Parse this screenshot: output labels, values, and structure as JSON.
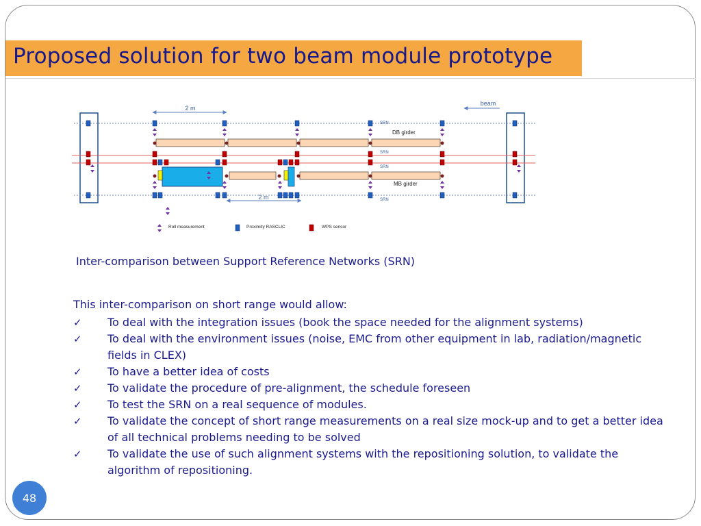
{
  "slide": {
    "title": "Proposed solution for two beam module prototype",
    "page_number": "48",
    "colors": {
      "title_bar": "#f5a742",
      "title_text": "#17188a",
      "body_text": "#1a1a8c",
      "badge": "#3f7fd6"
    }
  },
  "diagram": {
    "top_span_label": "2 m",
    "bottom_span_label": "2 m",
    "beam_label": "beam",
    "srn_labels": [
      "SRN",
      "SRN",
      "SRN",
      "SRN"
    ],
    "db_girder_label": "DB girder",
    "mb_girder_label": "MB girder",
    "legend": {
      "roll": "Roll measurement",
      "proximity": "Proximity RASCLIC",
      "wps": "WPS sensor"
    },
    "colors": {
      "girder": "#fcd5b4",
      "quad": "#19aeea",
      "proximity": "#1f5fbf",
      "wps": "#c00000",
      "roll": "#7030a0",
      "srn_line": "#e06060"
    }
  },
  "caption": "Inter-comparison between Support Reference Networks (SRN)",
  "intro": "This inter-comparison on short range would allow:",
  "bullets": [
    "To deal with the integration issues (book the space needed for the alignment systems)",
    "To deal with the environment issues (noise, EMC from other equipment in lab, radiation/magnetic  fields in CLEX)",
    "To have a better idea of costs",
    "To validate the procedure of pre-alignment, the schedule foreseen",
    "To test the SRN on a real sequence of modules.",
    "To validate the concept of short range measurements on a real size mock-up and to get a better idea of all technical problems needing to be solved",
    "To validate the use of such alignment systems with the repositioning solution, to validate the algorithm of repositioning."
  ]
}
